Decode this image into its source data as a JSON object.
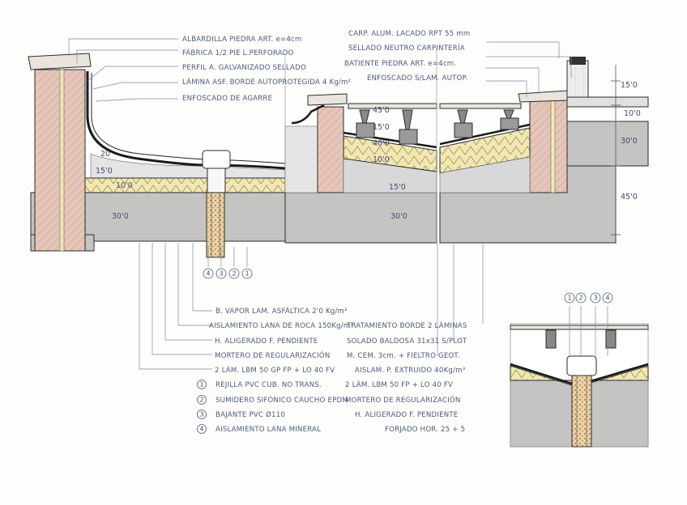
{
  "labels_top_left": [
    "ALBARDILLA PIEDRA ART. e=4cm",
    "FÁBRICA 1/2 PIE L.PERFORADO",
    "PERFIL A. GALVANIZADO SELLADO",
    "LÁMINA ASF. BORDE AUTOPROTEGIDA 4 Kg/m²",
    "ENFOSCADO DE AGARRE"
  ],
  "labels_top_right": [
    "CARP. ALUM. LACADO RPT 55 mm",
    "SELLADO NEUTRO CARPINTERÍA",
    "BATIENTE PIEDRA ART. e=4cm.",
    "ENFOSCADO S/LAM. AUTOP."
  ],
  "labels_bottom_left": [
    "B. VAPOR LAM. ASFÁLTICA 2'0 Kg/m²",
    "AISLAMIENTO LANA DE ROCA 150Kg/m³",
    "H. ALIGERADO F. PENDIENTE",
    "MORTERO DE REGULARIZACIÓN",
    "2 LÁM. LBM 50 GP FP + LO 40 FV"
  ],
  "legend_items": [
    {
      "num": "1",
      "text": "REJILLA PVC CUB. NO TRANS."
    },
    {
      "num": "2",
      "text": "SUMIDERO SIFÓNICO CAUCHO EPDM"
    },
    {
      "num": "3",
      "text": "BAJANTE PVC Ø110"
    },
    {
      "num": "4",
      "text": "AISLAMIENTO LANA MINERAL"
    }
  ],
  "labels_bottom_right": [
    "TRATAMIENTO BORDE 2 LÁMINAS",
    "SOLADO BALDOSA 31x31 S/PLOT",
    "M. CEM. 3cm. + FIELTRO GEOT.",
    "AISLAM. P. EXTRUIDO 40Kg/m³",
    "2 LÁM. LBM 50 FP + LO 40 FV",
    "MORTERO DE REGULARIZACIÓN",
    "H. ALIGERADO F. PENDIENTE",
    "FORJADO HOR. 25 + 5"
  ],
  "dims": {
    "right_a": "15'0",
    "right_b": "10'0",
    "right_c": "30'0",
    "right_d": "45'0",
    "left_20": "20",
    "left_150": "15'0",
    "left_100": "10'0",
    "left_300": "30'0",
    "mid_450": "45'0",
    "mid_150a": "15'0",
    "mid_400": "40'0",
    "mid_100": "10'0",
    "mid_150b": "15'0",
    "mid_300": "30'0"
  },
  "markers_top": [
    "4",
    "3",
    "2",
    "1"
  ],
  "markers_detail": [
    "1",
    "2",
    "3",
    "4"
  ],
  "colors": {
    "concrete": "#c4c5c3",
    "insulation": "#f1e7b3",
    "brick": "#e7c6ba",
    "waterproof": "#1e1e1e",
    "label_ink": "#4a5a7e",
    "stone": "#e9e4dc"
  }
}
